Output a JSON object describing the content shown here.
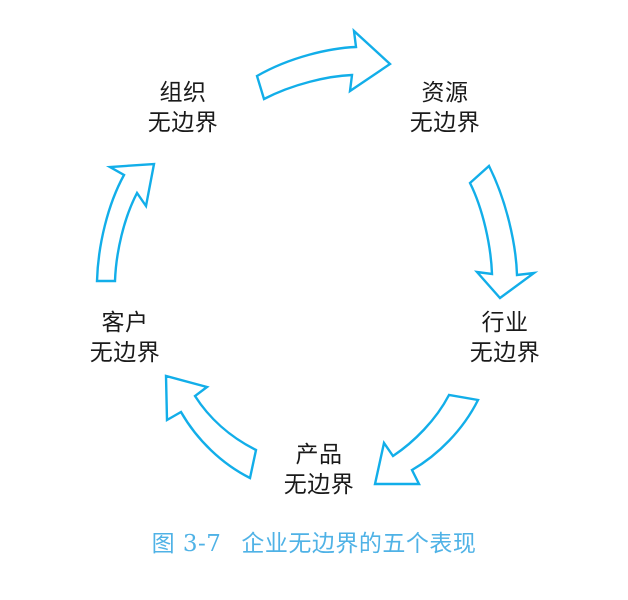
{
  "figure": {
    "caption_number": "图 3-7",
    "caption_text": "企业无边界的五个表现",
    "caption_color": "#4FB2E6",
    "arrow_color": "#12AEE9",
    "label_color": "#1a1a1a",
    "background_color": "#ffffff"
  },
  "diagram": {
    "type": "cycle",
    "direction": "clockwise",
    "node_count": 5,
    "arrow_count": 5,
    "nodes": [
      {
        "id": "organization",
        "line1": "组织",
        "line2": "无边界",
        "position": "top-left"
      },
      {
        "id": "resource",
        "line1": "资源",
        "line2": "无边界",
        "position": "top-right"
      },
      {
        "id": "industry",
        "line1": "行业",
        "line2": "无边界",
        "position": "right"
      },
      {
        "id": "product",
        "line1": "产品",
        "line2": "无边界",
        "position": "bottom"
      },
      {
        "id": "customer",
        "line1": "客户",
        "line2": "无边界",
        "position": "left"
      }
    ],
    "arrows": [
      {
        "id": "organization-to-resource",
        "from": "organization",
        "to": "resource",
        "points": "right"
      },
      {
        "id": "resource-to-industry",
        "from": "resource",
        "to": "industry",
        "points": "down"
      },
      {
        "id": "industry-to-product",
        "from": "industry",
        "to": "product",
        "points": "down-left"
      },
      {
        "id": "product-to-customer",
        "from": "product",
        "to": "customer",
        "points": "up-left"
      },
      {
        "id": "customer-to-organization",
        "from": "customer",
        "to": "organization",
        "points": "up"
      }
    ]
  }
}
